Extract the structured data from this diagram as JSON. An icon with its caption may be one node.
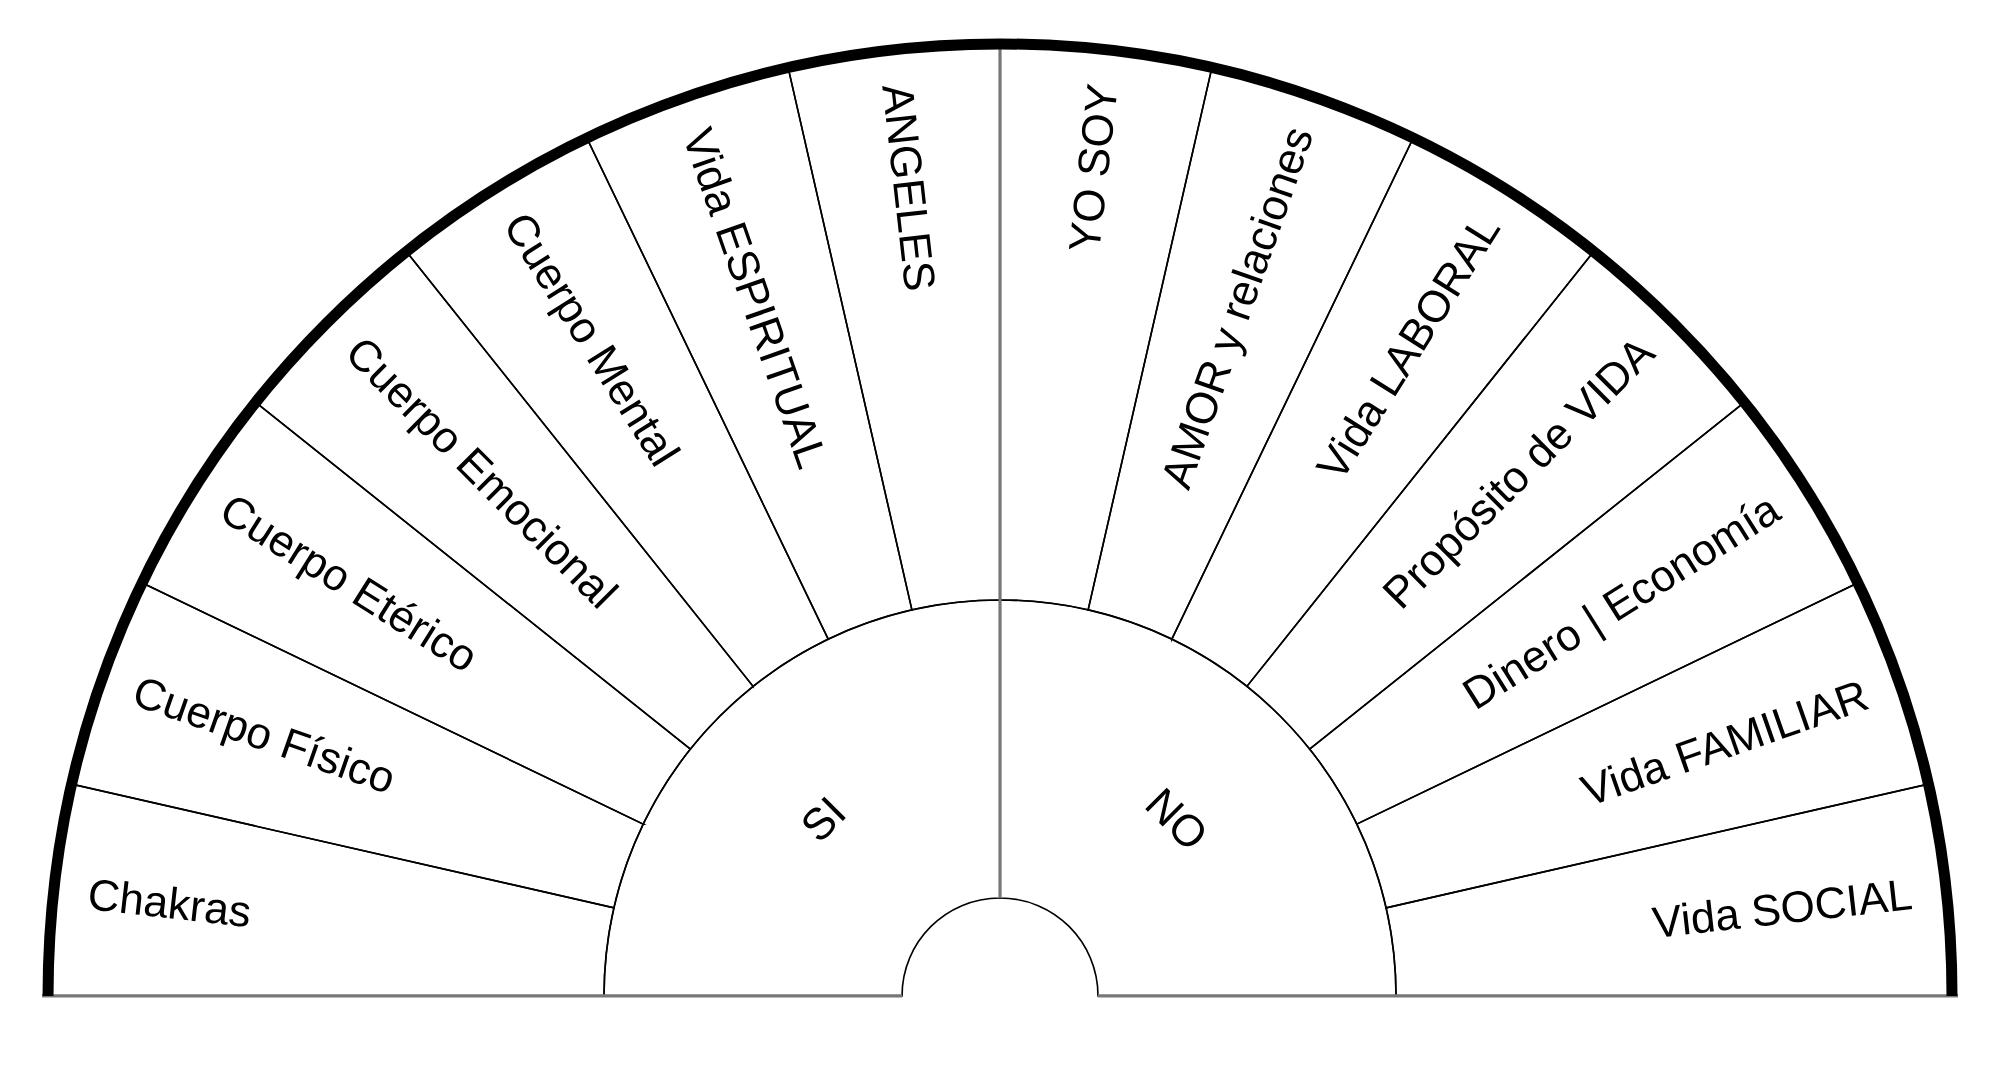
{
  "diagram": {
    "nodes": [
      {
        "text": [
          "Chakras"
        ]
      },
      {
        "text": [
          "Cuerpo Físico"
        ]
      },
      {
        "text": [
          "Cuerpo Etérico"
        ]
      },
      {
        "text": [
          "Cuerpo Emocional"
        ]
      },
      {
        "text": [
          "Cuerpo Mental"
        ]
      },
      {
        "text": [
          "Vida ESPIRITUAL"
        ]
      },
      {
        "text": [
          "ANGELES"
        ]
      },
      {
        "text": [
          "YO SOY"
        ]
      },
      {
        "text": [
          "AMOR y relaciones"
        ]
      },
      {
        "text": [
          "Vida LABORAL"
        ]
      },
      {
        "text": [
          "Propósito de VIDA"
        ]
      },
      {
        "text": [
          "Dinero | Economía"
        ]
      },
      {
        "text": [
          "Vida FAMILIAR"
        ]
      },
      {
        "text": [
          "Vida SOCIAL"
        ]
      },
      {
        "text": [
          "SI"
        ]
      },
      {
        "text": [
          "NO"
        ]
      }
    ]
  }
}
